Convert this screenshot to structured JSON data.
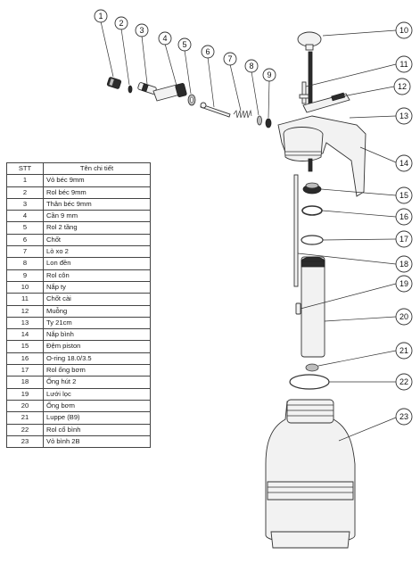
{
  "table": {
    "headers": {
      "stt": "STT",
      "name": "Tên chi tiết"
    },
    "rows": [
      {
        "stt": "1",
        "name": "Vỏ béc 9mm"
      },
      {
        "stt": "2",
        "name": "Rol béc 9mm"
      },
      {
        "stt": "3",
        "name": "Thân béc 9mm"
      },
      {
        "stt": "4",
        "name": "Cần 9 mm"
      },
      {
        "stt": "5",
        "name": "Rol 2 tầng"
      },
      {
        "stt": "6",
        "name": "Chốt"
      },
      {
        "stt": "7",
        "name": "Lò xo 2"
      },
      {
        "stt": "8",
        "name": "Lon đền"
      },
      {
        "stt": "9",
        "name": "Rol côn"
      },
      {
        "stt": "10",
        "name": "Nắp ty"
      },
      {
        "stt": "11",
        "name": "Chốt cài"
      },
      {
        "stt": "12",
        "name": "Muỗng"
      },
      {
        "stt": "13",
        "name": "Ty 21cm"
      },
      {
        "stt": "14",
        "name": "Nắp bình"
      },
      {
        "stt": "15",
        "name": "Đệm piston"
      },
      {
        "stt": "16",
        "name": "O-ring 18.0/3.5"
      },
      {
        "stt": "17",
        "name": "Rol ống bơm"
      },
      {
        "stt": "18",
        "name": "Ống hút 2"
      },
      {
        "stt": "19",
        "name": "Lưới lọc"
      },
      {
        "stt": "20",
        "name": "Ống bơm"
      },
      {
        "stt": "21",
        "name": "Luppe (B9)"
      },
      {
        "stt": "22",
        "name": "Rol cổ bình"
      },
      {
        "stt": "23",
        "name": "Vỏ bình 2B"
      }
    ]
  },
  "callouts": [
    "1",
    "2",
    "3",
    "4",
    "5",
    "6",
    "7",
    "8",
    "9",
    "10",
    "11",
    "12",
    "13",
    "14",
    "15",
    "16",
    "17",
    "18",
    "19",
    "20",
    "21",
    "22",
    "23"
  ]
}
